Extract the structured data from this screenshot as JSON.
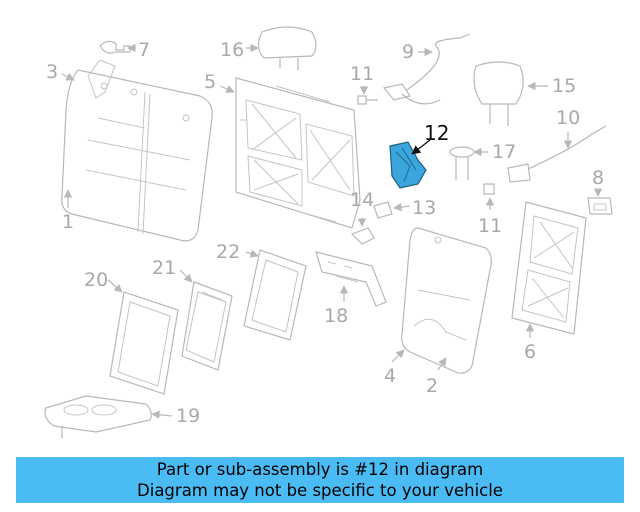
{
  "callouts": {
    "c1": "1",
    "c2": "2",
    "c3": "3",
    "c4": "4",
    "c5": "5",
    "c6": "6",
    "c7": "7",
    "c8": "8",
    "c9": "9",
    "c10": "10",
    "c11a": "11",
    "c11b": "11",
    "c12": "12",
    "c13": "13",
    "c14": "14",
    "c15": "15",
    "c16": "16",
    "c17": "17",
    "c18": "18",
    "c19": "19",
    "c20": "20",
    "c21": "21",
    "c22": "22"
  },
  "banner": {
    "line1": "Part or sub-assembly is #12 in diagram",
    "line2": "Diagram may not be specific to your vehicle"
  },
  "colors": {
    "highlight_part": "#3aa6dc",
    "banner_bg": "#4bbbf3",
    "line_art": "#b8b8b8"
  }
}
